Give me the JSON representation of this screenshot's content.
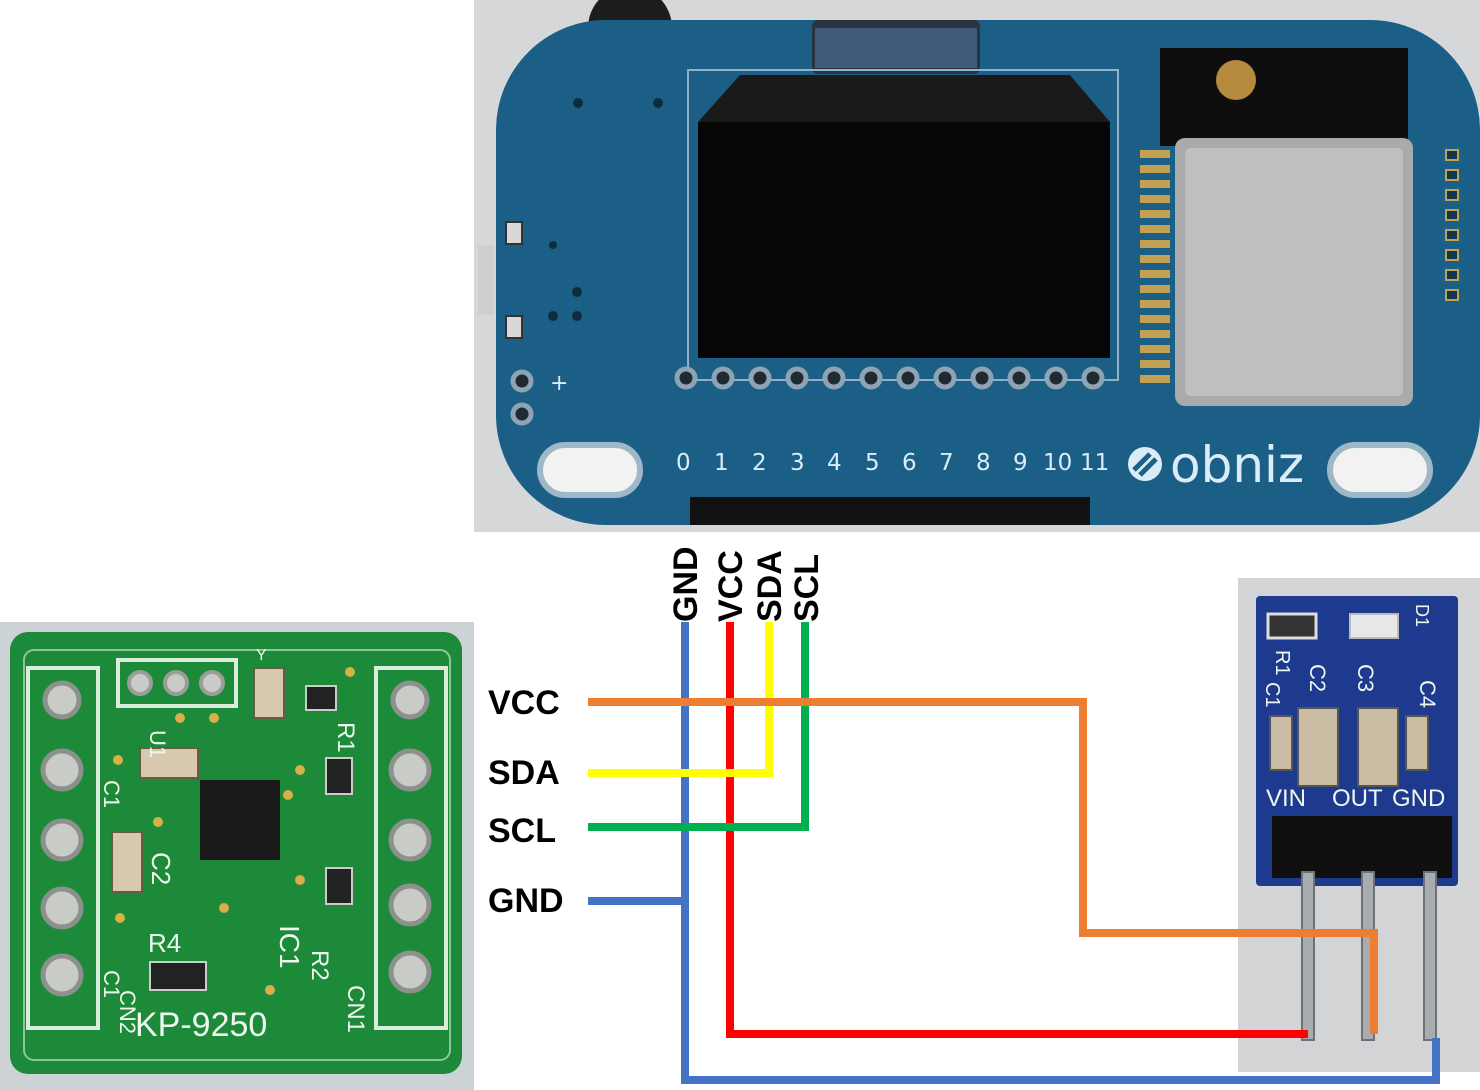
{
  "obniz_board": {
    "pin_numbers": [
      "0",
      "1",
      "2",
      "3",
      "4",
      "5",
      "6",
      "7",
      "8",
      "9",
      "10",
      "11"
    ],
    "logo_text": "obniz",
    "plus_mark": "+"
  },
  "sensor_module": {
    "board_name": "KP-9250",
    "silkscreen": [
      "R1",
      "R2",
      "R4",
      "C1",
      "C2",
      "C1",
      "IC1",
      "CN1",
      "CN2",
      "U1",
      "Y"
    ]
  },
  "regulator_module": {
    "pin_labels": [
      "VIN",
      "OUT",
      "GND"
    ],
    "silkscreen": [
      "R1",
      "C1",
      "C2",
      "C3",
      "C4",
      "D1"
    ]
  },
  "obniz_wire_labels": [
    "GND",
    "VCC",
    "SDA",
    "SCL"
  ],
  "sensor_wire_labels": [
    "VCC",
    "SDA",
    "SCL",
    "GND"
  ],
  "wire_colors": {
    "gnd": "#4472C4",
    "vcc_obniz": "#FF0000",
    "sda": "#FFFF00",
    "scl": "#00B050",
    "vcc_sensor": "#ED7D31"
  }
}
